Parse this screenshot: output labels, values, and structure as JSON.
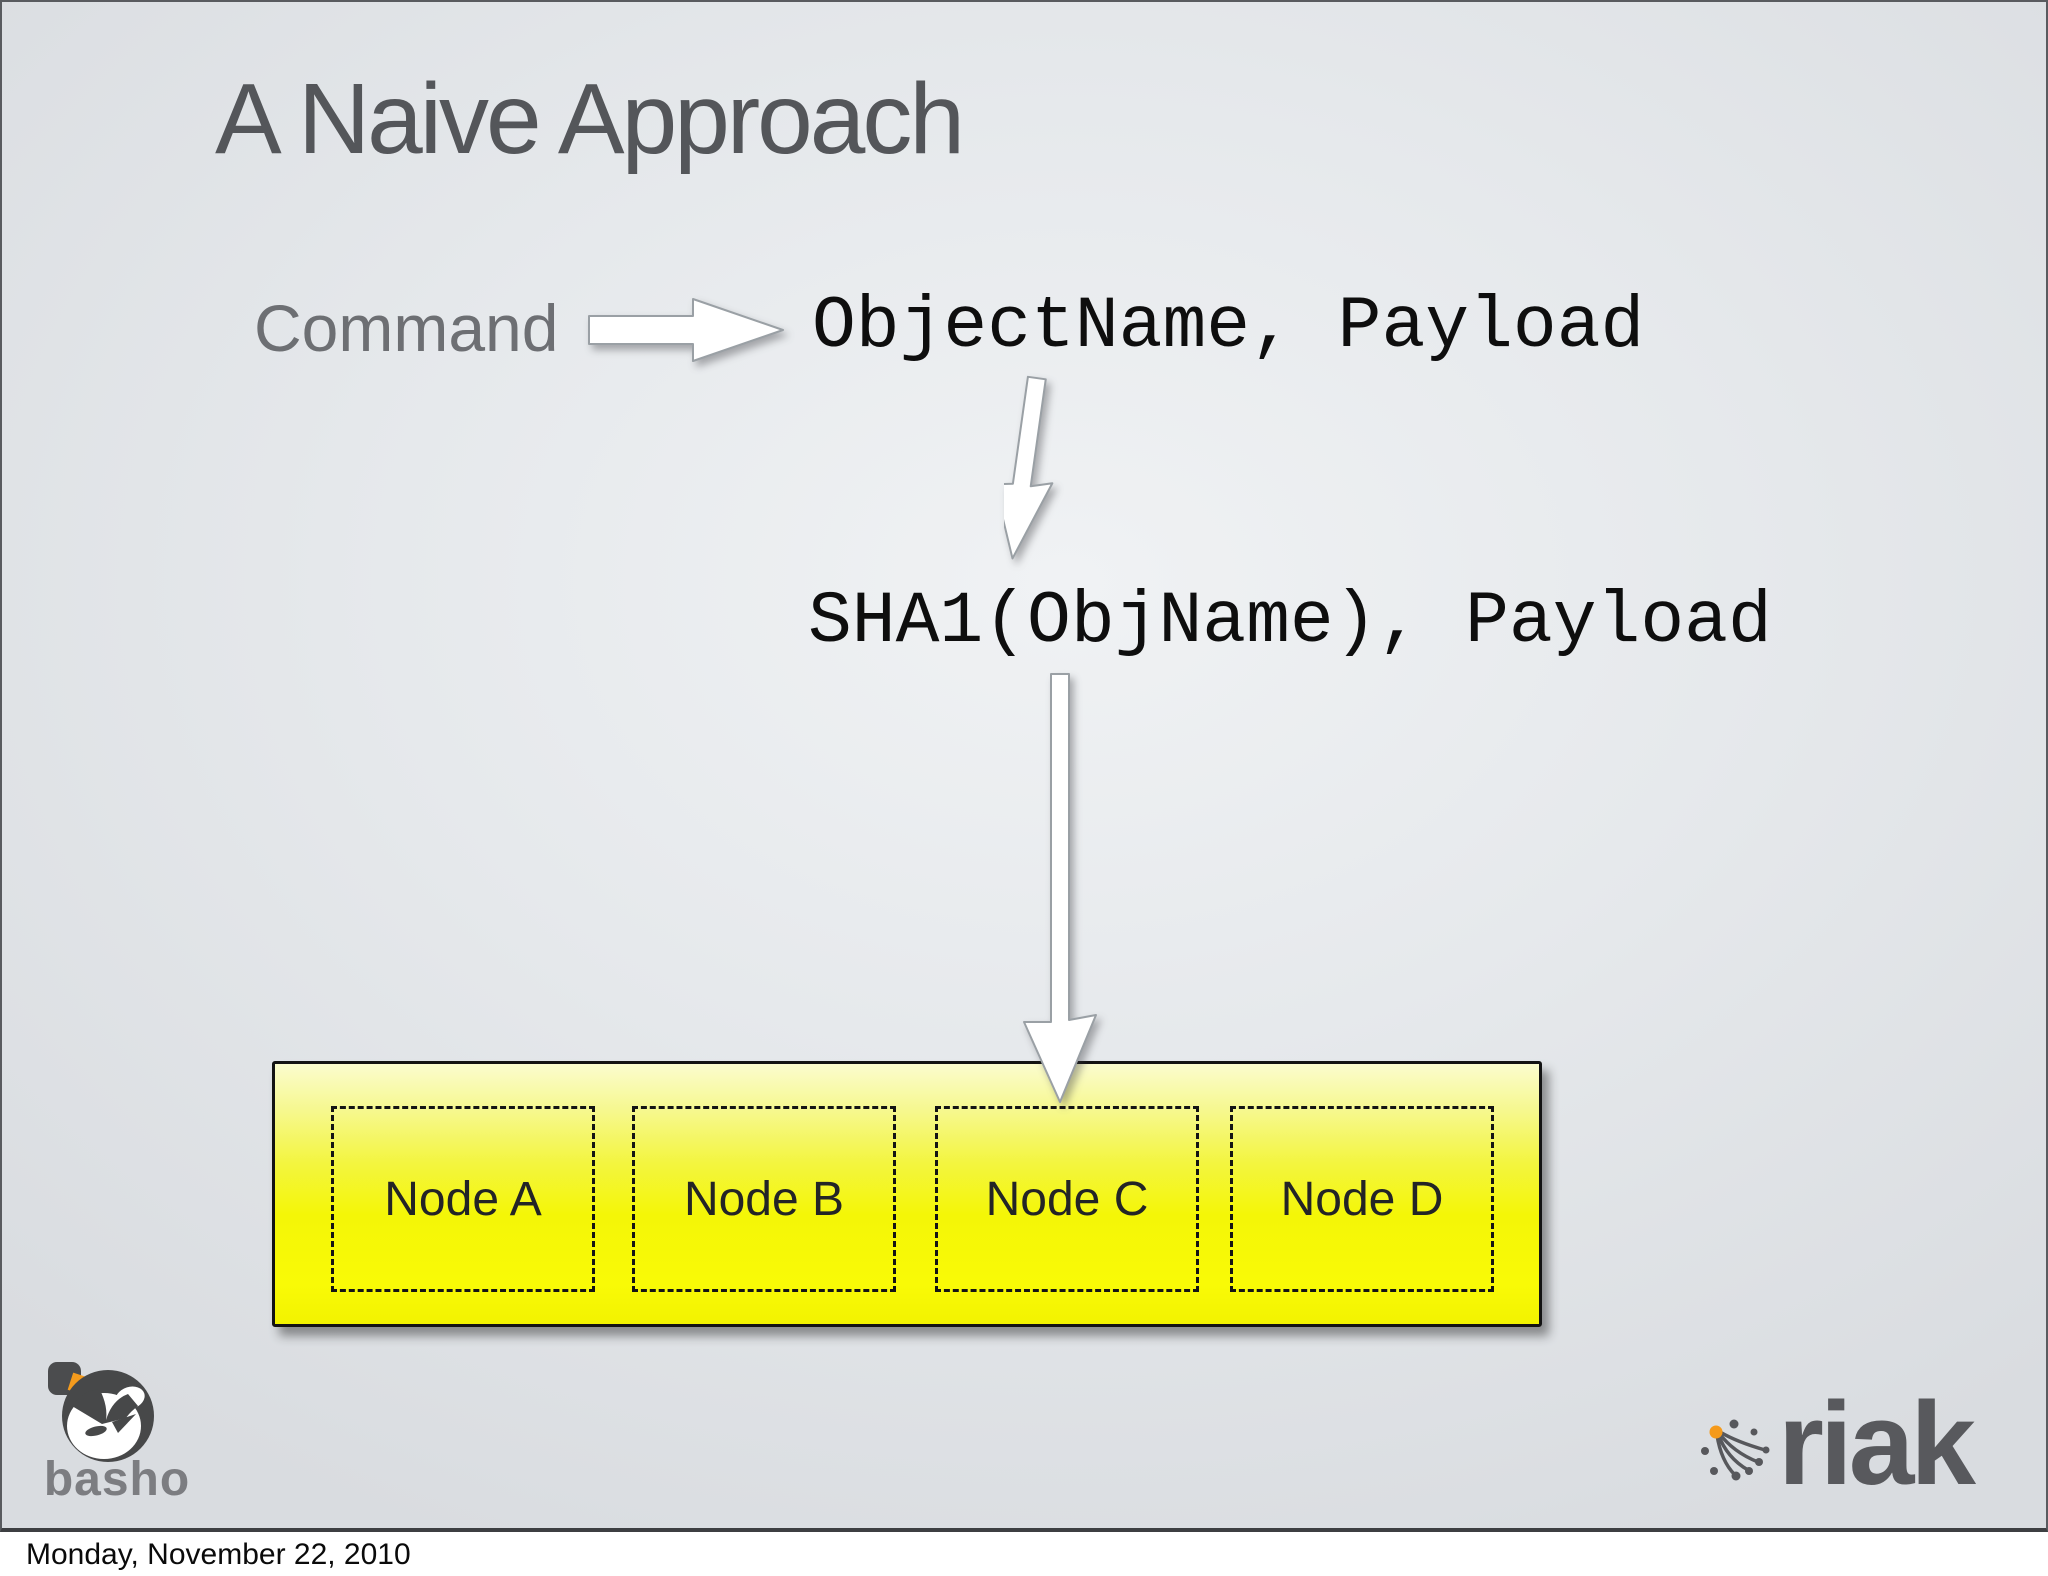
{
  "slide": {
    "title": "A Naive Approach",
    "flow": {
      "command_label": "Command",
      "object_line": "ObjectName, Payload",
      "sha_line": "SHA1(ObjName), Payload"
    },
    "cluster": {
      "nodes": [
        "Node A",
        "Node B",
        "Node C",
        "Node D"
      ]
    },
    "branding": {
      "basho_wordmark": "basho",
      "riak_wordmark": "riak"
    }
  },
  "footer": {
    "date": "Monday, November 22, 2010"
  },
  "colors": {
    "cluster_yellow_bright": "#f6f704",
    "cluster_yellow_pale": "#fbfcce",
    "accent_orange": "#f49b1d",
    "title_gray": "#54565a",
    "command_gray": "#6d6f73",
    "mono_text_black": "#0e0e0e",
    "logo_gray": "#58595d",
    "slide_background_gray": "#e3e6e9"
  },
  "icons": {
    "right_arrow": "right-arrow-icon",
    "down_arrow_short": "down-arrow-icon",
    "down_arrow_long": "down-arrow-long-icon",
    "basho_mascot": "basho-mascot-icon",
    "riak_spark": "riak-spark-icon"
  }
}
